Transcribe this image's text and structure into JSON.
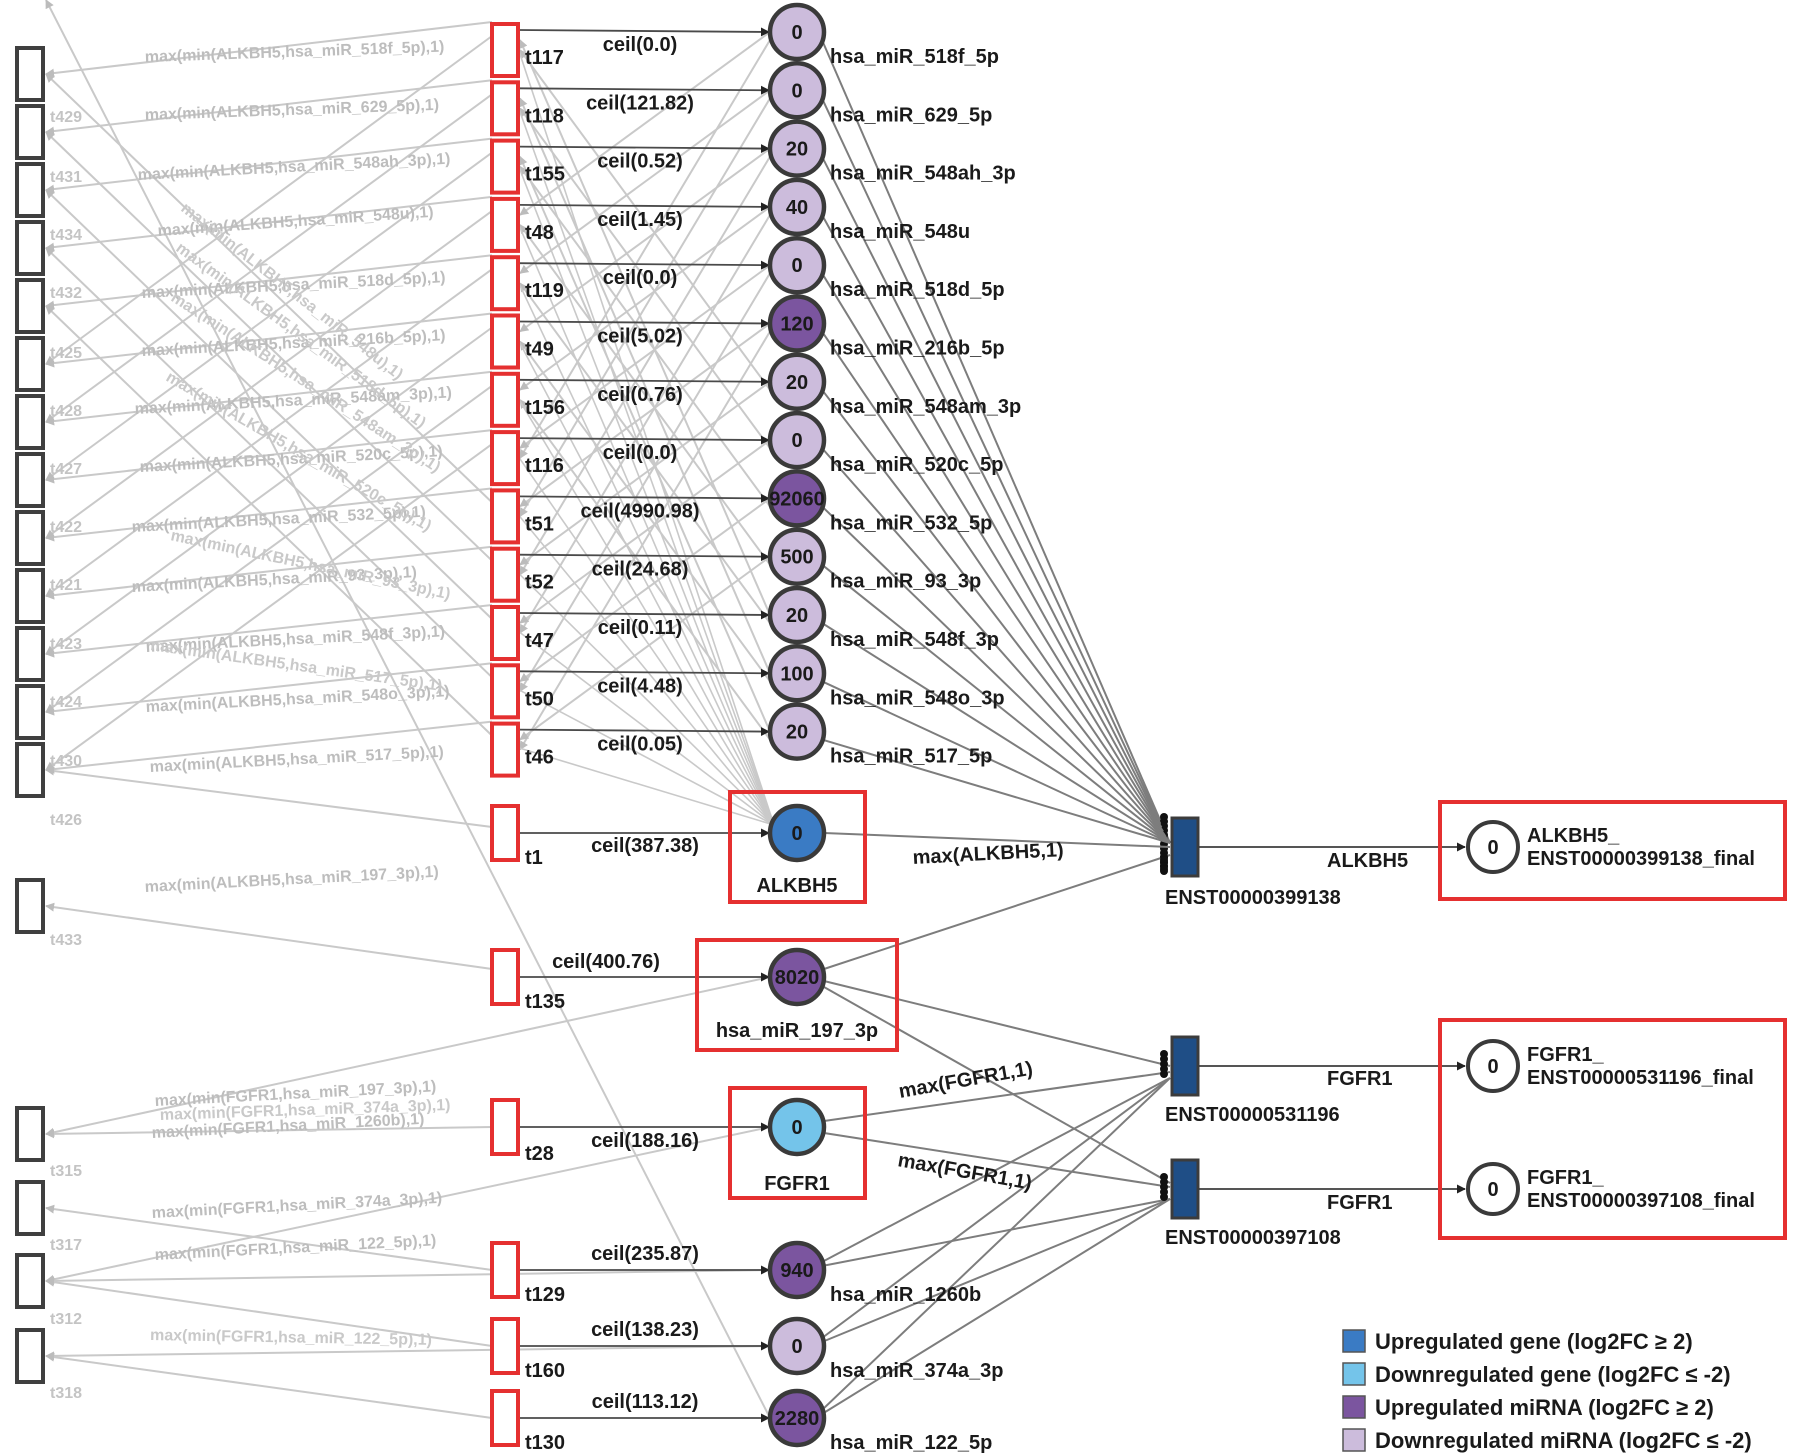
{
  "colors": {
    "upregulated_gene": "#3a7bc4",
    "downregulated_gene": "#74c4ea",
    "upregulated_mirna": "#7b559f",
    "downregulated_mirna": "#ccbcdc",
    "transcript": "#1f4e86",
    "highlight": "#e53030",
    "gray_arc": "#c9c9c9",
    "dark_arc": "#7d7d7d"
  },
  "mirnas": [
    {
      "id": "m1",
      "name": "hsa_miR_518f_5p",
      "tokens": "0",
      "reg": "down",
      "trans": "t117",
      "ceil": "ceil(0.0)"
    },
    {
      "id": "m2",
      "name": "hsa_miR_629_5p",
      "tokens": "0",
      "reg": "down",
      "trans": "t118",
      "ceil": "ceil(121.82)"
    },
    {
      "id": "m3",
      "name": "hsa_miR_548ah_3p",
      "tokens": "20",
      "reg": "down",
      "trans": "t155",
      "ceil": "ceil(0.52)"
    },
    {
      "id": "m4",
      "name": "hsa_miR_548u",
      "tokens": "40",
      "reg": "down",
      "trans": "t48",
      "ceil": "ceil(1.45)"
    },
    {
      "id": "m5",
      "name": "hsa_miR_518d_5p",
      "tokens": "0",
      "reg": "down",
      "trans": "t119",
      "ceil": "ceil(0.0)"
    },
    {
      "id": "m6",
      "name": "hsa_miR_216b_5p",
      "tokens": "120",
      "reg": "up",
      "trans": "t49",
      "ceil": "ceil(5.02)"
    },
    {
      "id": "m7",
      "name": "hsa_miR_548am_3p",
      "tokens": "20",
      "reg": "down",
      "trans": "t156",
      "ceil": "ceil(0.76)"
    },
    {
      "id": "m8",
      "name": "hsa_miR_520c_5p",
      "tokens": "0",
      "reg": "down",
      "trans": "t116",
      "ceil": "ceil(0.0)"
    },
    {
      "id": "m9",
      "name": "hsa_miR_532_5p",
      "tokens": "92060",
      "reg": "up",
      "trans": "t51",
      "ceil": "ceil(4990.98)"
    },
    {
      "id": "m10",
      "name": "hsa_miR_93_3p",
      "tokens": "500",
      "reg": "down",
      "trans": "t52",
      "ceil": "ceil(24.68)"
    },
    {
      "id": "m11",
      "name": "hsa_miR_548f_3p",
      "tokens": "20",
      "reg": "down",
      "trans": "t47",
      "ceil": "ceil(0.11)"
    },
    {
      "id": "m12",
      "name": "hsa_miR_548o_3p",
      "tokens": "100",
      "reg": "down",
      "trans": "t50",
      "ceil": "ceil(4.48)"
    },
    {
      "id": "m13",
      "name": "hsa_miR_517_5p",
      "tokens": "20",
      "reg": "down",
      "trans": "t46",
      "ceil": "ceil(0.05)"
    }
  ],
  "alkbh5": {
    "name": "ALKBH5",
    "tokens": "0",
    "trans": "t1",
    "ceil": "ceil(387.38)",
    "arc": "max(ALKBH5,1)"
  },
  "mir197": {
    "name": "hsa_miR_197_3p",
    "tokens": "8020",
    "trans": "t135",
    "ceil": "ceil(400.76)"
  },
  "fgfr1": {
    "name": "FGFR1",
    "tokens": "0",
    "trans": "t28",
    "ceil": "ceil(188.16)",
    "arc1": "max(FGFR1,1)",
    "arc2": "max(FGFR1,1)"
  },
  "lower_mirnas": [
    {
      "name": "hsa_miR_1260b",
      "tokens": "940",
      "trans": "t129",
      "ceil": "ceil(235.87)"
    },
    {
      "name": "hsa_miR_374a_3p",
      "tokens": "0",
      "trans": "t160",
      "ceil": "ceil(138.23)"
    },
    {
      "name": "hsa_miR_122_5p",
      "tokens": "2280",
      "trans": "t130",
      "ceil": "ceil(113.12)"
    }
  ],
  "transcripts": [
    {
      "name": "ENST00000399138",
      "gene": "ALKBH5",
      "final_line1": "ALKBH5_",
      "final_line2": "ENST00000399138_final",
      "final_tokens": "0"
    },
    {
      "name": "ENST00000531196",
      "gene": "FGFR1",
      "final_line1": "FGFR1_",
      "final_line2": "ENST00000531196_final",
      "final_tokens": "0"
    },
    {
      "name": "ENST00000397108",
      "gene": "FGFR1",
      "final_line1": "FGFR1_",
      "final_line2": "ENST00000397108_final",
      "final_tokens": "0"
    }
  ],
  "left_places": [
    "t429",
    "t431",
    "t434",
    "t432",
    "t425",
    "t428",
    "t427",
    "t422",
    "t421",
    "t423",
    "t424",
    "t430",
    "t426",
    "t433",
    "t315",
    "t317",
    "t312",
    "t318"
  ],
  "left_labels": [
    "max(min(ALKBH5,hsa_miR_518f_5p),1)",
    "max(min(ALKBH5,hsa_miR_629_5p),1)",
    "max(min(ALKBH5,hsa_miR_548ah_3p),1)",
    "max(min(ALKBH5,hsa_miR_548u),1)",
    "max(min(ALKBH5,hsa_miR_518d_5p),1)",
    "max(min(ALKBH5,hsa_miR_216b_5p),1)",
    "max(min(ALKBH5,hsa_miR_548am_3p),1)",
    "max(min(ALKBH5,hsa_miR_520c_5p),1)",
    "max(min(ALKBH5,hsa_miR_532_5p),1)",
    "max(min(ALKBH5,hsa_miR_93_3p),1)",
    "max(min(ALKBH5,hsa_miR_548f_3p),1)",
    "max(min(ALKBH5,hsa_miR_548o_3p),1)",
    "max(min(ALKBH5,hsa_miR_517_5p),1)",
    "max(min(ALKBH5,hsa_miR_197_3p),1)",
    "max(min(FGFR1,hsa_miR_197_3p),1)",
    "max(min(FGFR1,hsa_miR_1260b),1)",
    "max(min(FGFR1,hsa_miR_374a_3p),1)",
    "max(min(FGFR1,hsa_miR_122_5p),1)"
  ],
  "legend": [
    {
      "label": "Upregulated gene (log2FC ≥ 2)",
      "color": "#3a7bc4"
    },
    {
      "label": "Downregulated gene (log2FC ≤ -2)",
      "color": "#74c4ea"
    },
    {
      "label": "Upregulated miRNA (log2FC ≥ 2)",
      "color": "#7b559f"
    },
    {
      "label": "Downregulated miRNA (log2FC ≤ -2)",
      "color": "#ccbcdc"
    }
  ]
}
